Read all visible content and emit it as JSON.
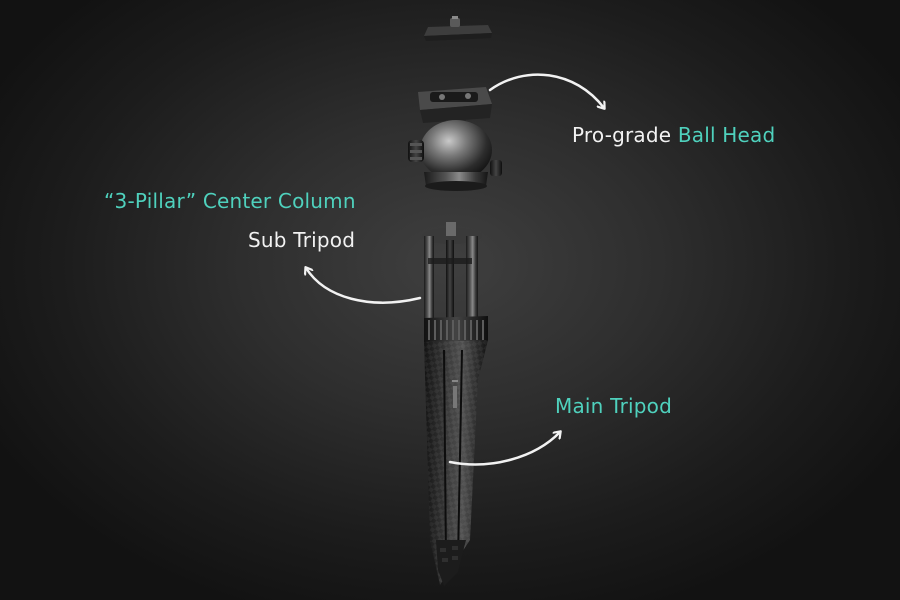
{
  "labels": {
    "ball_head_prefix": "Pro-grade",
    "ball_head_accent": "Ball Head",
    "center_column": "“3-Pillar” Center Column",
    "sub_tripod": "Sub Tripod",
    "main_tripod": "Main Tripod"
  },
  "colors": {
    "accent": "#4fd1bd",
    "text": "#f2f2f2",
    "background": "#2e2e2e"
  }
}
